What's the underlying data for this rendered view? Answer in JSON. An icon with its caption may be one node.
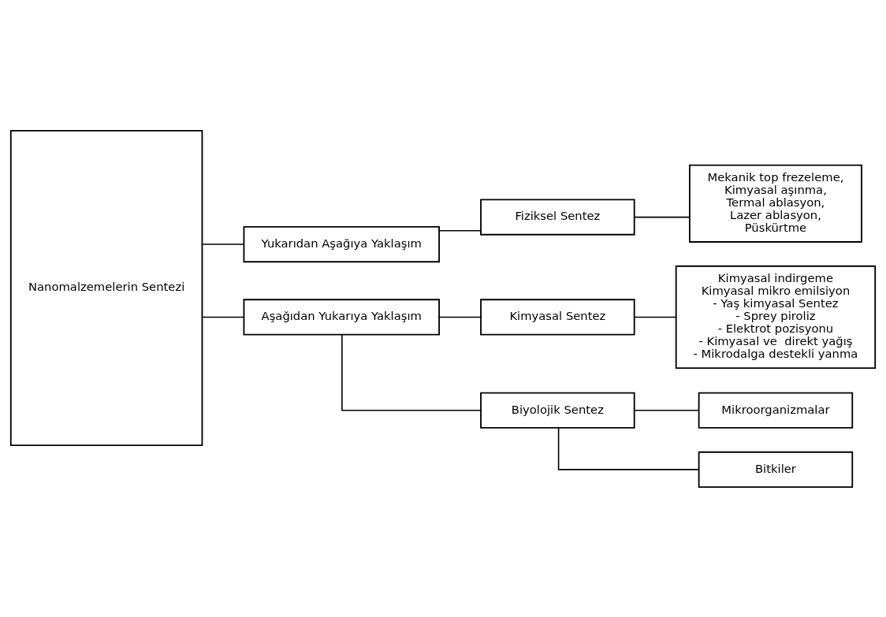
{
  "diagram": {
    "nodes": [
      {
        "text": [
          "Nanomalzemelerin Sentezi"
        ]
      },
      {
        "text": [
          "Yukarıdan Aşağıya Yaklaşım"
        ]
      },
      {
        "text": [
          "Fiziksel Sentez"
        ]
      },
      {
        "text": [
          "Mekanik top frezeleme,",
          "Kimyasal aşınma,",
          "Termal ablasyon,",
          "Lazer ablasyon,",
          "Püskürtme"
        ]
      },
      {
        "text": [
          "Aşağıdan Yukarıya Yaklaşım"
        ]
      },
      {
        "text": [
          "Kimyasal Sentez"
        ]
      },
      {
        "text": [
          "Kimyasal indirgeme",
          "Kimyasal mikro emilsiyon",
          "- Yaş kimyasal Sentez",
          "- Sprey piroliz",
          "- Elektrot pozisyonu",
          "- Kimyasal ve  direkt yağış",
          "- Mikrodalga destekli yanma"
        ]
      },
      {
        "text": [
          "Biyolojik Sentez"
        ]
      },
      {
        "text": [
          "Mikroorganizmalar"
        ]
      },
      {
        "text": [
          "Bitkiler"
        ]
      }
    ],
    "edges": [
      {
        "from": 0,
        "to": 1,
        "arrow": "none"
      },
      {
        "from": 0,
        "to": 4,
        "arrow": "none"
      },
      {
        "from": 1,
        "to": 2,
        "arrow": "none"
      },
      {
        "from": 2,
        "to": 3,
        "arrow": "none"
      },
      {
        "from": 4,
        "to": 5,
        "arrow": "none"
      },
      {
        "from": 4,
        "to": 7,
        "arrow": "none"
      },
      {
        "from": 5,
        "to": 6,
        "arrow": "none"
      },
      {
        "from": 7,
        "to": 8,
        "arrow": "none"
      },
      {
        "from": 7,
        "to": 9,
        "arrow": "none"
      }
    ]
  }
}
